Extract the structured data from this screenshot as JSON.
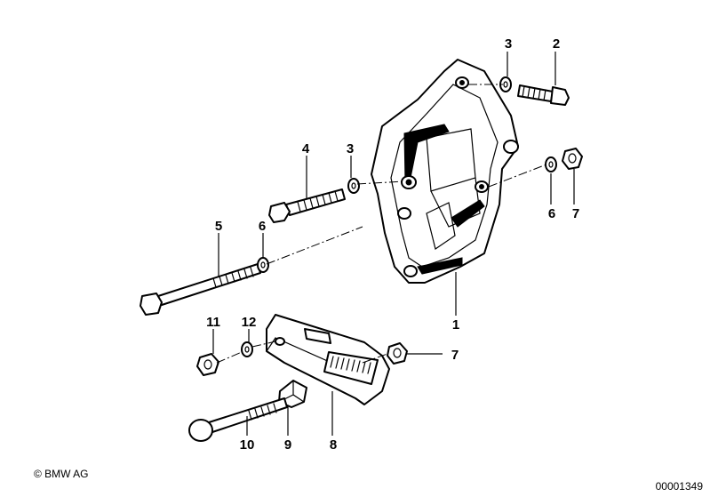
{
  "diagram": {
    "callouts": [
      {
        "id": "c3-top",
        "label": "3"
      },
      {
        "id": "c2",
        "label": "2"
      },
      {
        "id": "c4",
        "label": "4"
      },
      {
        "id": "c3-mid",
        "label": "3"
      },
      {
        "id": "c6-right",
        "label": "6"
      },
      {
        "id": "c7-right",
        "label": "7"
      },
      {
        "id": "c5",
        "label": "5"
      },
      {
        "id": "c6-left",
        "label": "6"
      },
      {
        "id": "c1",
        "label": "1"
      },
      {
        "id": "c11",
        "label": "11"
      },
      {
        "id": "c12",
        "label": "12"
      },
      {
        "id": "c7-bottom",
        "label": "7"
      },
      {
        "id": "c10",
        "label": "10"
      },
      {
        "id": "c9",
        "label": "9"
      },
      {
        "id": "c8",
        "label": "8"
      }
    ]
  },
  "footer": {
    "copyright": "© BMW AG",
    "diagram_id": "00001349"
  }
}
